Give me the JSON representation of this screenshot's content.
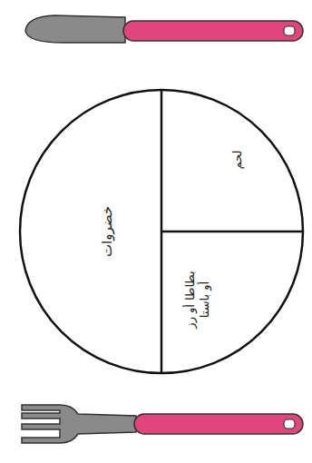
{
  "diagram": {
    "nodes": [
      {
        "text": [
          "خضروات"
        ]
      },
      {
        "text": [
          "لحم"
        ]
      },
      {
        "text": [
          "بطاطا أو رز أو باستا"
        ]
      }
    ]
  }
}
